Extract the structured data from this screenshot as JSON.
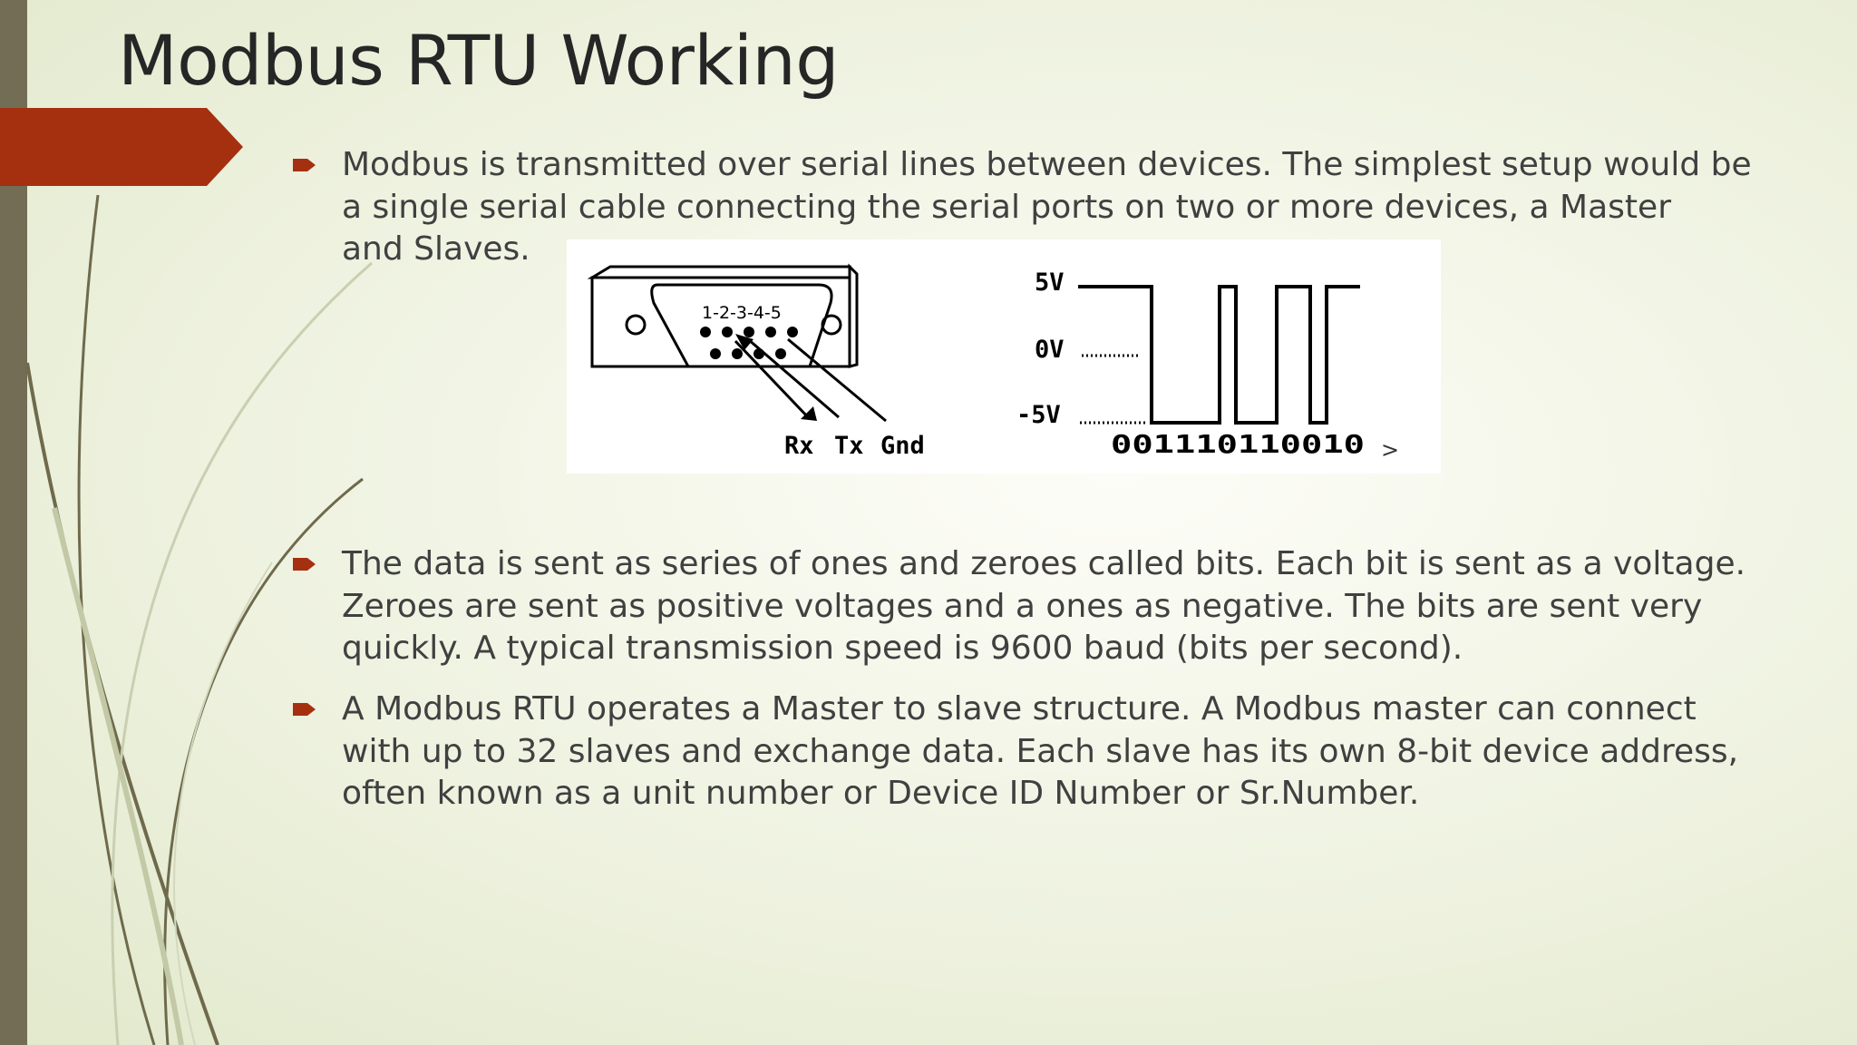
{
  "slide": {
    "title": "Modbus RTU Working",
    "bullets": [
      {
        "lines": [
          "Modbus is transmitted over serial lines between devices. The simplest setup would be",
          "a single serial cable connecting the serial ports on two or more devices, a Master",
          "and Slaves."
        ]
      },
      {
        "lines": [
          "The data is sent as series of ones and zeroes called bits. Each bit is sent as a voltage.",
          "Zeroes are sent as positive voltages and a ones as negative. The bits are sent very",
          "quickly. A typical transmission speed is 9600 baud (bits per second)."
        ]
      },
      {
        "lines": [
          "A Modbus RTU operates a Master to slave structure. A Modbus master can connect",
          "with up to 32 slaves and exchange data. Each slave has its own 8-bit device address,",
          "often known as a unit number or Device ID Number or Sr.Number."
        ]
      }
    ]
  },
  "diagram": {
    "pin_numbers": "1-2-3-4-5",
    "pin_labels": [
      "Rx",
      "Tx",
      "Gnd"
    ],
    "voltage_levels": [
      "5V",
      "0V",
      "-5V"
    ],
    "bit_string": "001110110010",
    "continuation_mark": ">"
  },
  "colors": {
    "accent": "#a5300f",
    "sidebar": "#736d55",
    "swoosh": "#6f6a4c",
    "text": "#404040",
    "title": "#262626"
  }
}
